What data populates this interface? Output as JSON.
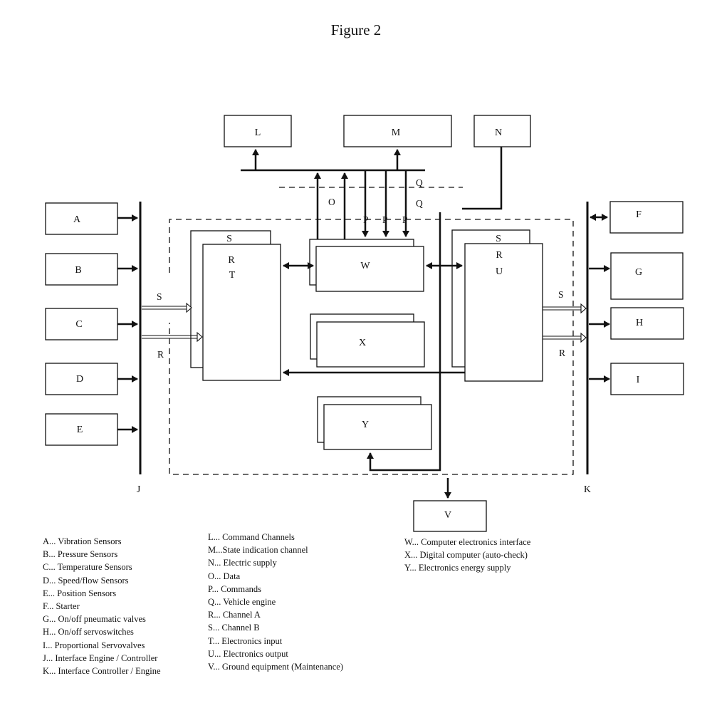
{
  "title": "Figure 2",
  "blocks": {
    "A": "A",
    "B": "B",
    "C": "C",
    "D": "D",
    "E": "E",
    "F": "F",
    "G": "G",
    "H": "H",
    "I": "I",
    "L": "L",
    "M": "M",
    "N": "N",
    "V": "V",
    "W": "W",
    "X": "X",
    "Y": "Y"
  },
  "channel_block_left": {
    "back": "S",
    "front_1": "R",
    "front_2": "T"
  },
  "channel_block_right": {
    "back": "S",
    "front_1": "R",
    "front_2": "U"
  },
  "bus_labels": {
    "left": "J",
    "right": "K"
  },
  "signal_labels": {
    "data": "O",
    "commands": [
      "P",
      "P",
      "P"
    ],
    "engine_upper": "Q",
    "engine_lower": "Q",
    "left_s": "S",
    "left_r": "R",
    "right_s": "S",
    "right_r": "R"
  },
  "legend": {
    "col1": [
      "A... Vibration Sensors",
      "B... Pressure Sensors",
      "C... Temperature Sensors",
      "D... Speed/flow Sensors",
      "E... Position Sensors",
      "F... Starter",
      "G... On/off pneumatic valves",
      "H... On/off servoswitches",
      "I... Proportional Servovalves",
      "J... Interface Engine / Controller",
      "K... Interface Controller / Engine"
    ],
    "col2": [
      "L... Command Channels",
      "M...State indication channel",
      "N... Electric supply",
      "O... Data",
      "P... Commands",
      "Q... Vehicle engine",
      "R... Channel A",
      "S... Channel B",
      "T... Electronics input",
      "U... Electronics output",
      "V... Ground equipment (Maintenance)"
    ],
    "col3": [
      "W... Computer electronics interface",
      "X... Digital computer (auto-check)",
      "Y... Electronics energy supply"
    ]
  }
}
